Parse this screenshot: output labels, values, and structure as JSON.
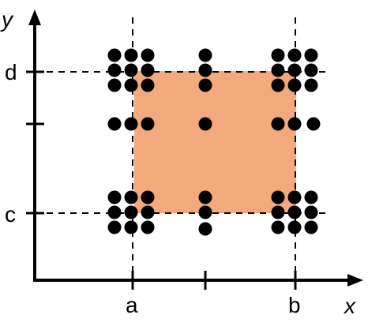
{
  "diagram": {
    "axes": {
      "x_label": "x",
      "y_label": "y"
    },
    "tick_labels": {
      "a": "a",
      "b": "b",
      "c": "c",
      "d": "d"
    },
    "colors": {
      "region_fill": "#F4A97D",
      "axis": "#000000",
      "dot": "#000000",
      "dash": "#000000"
    },
    "region": {
      "x_from": "a",
      "x_to": "b",
      "y_from": "c",
      "y_to": "d"
    }
  }
}
